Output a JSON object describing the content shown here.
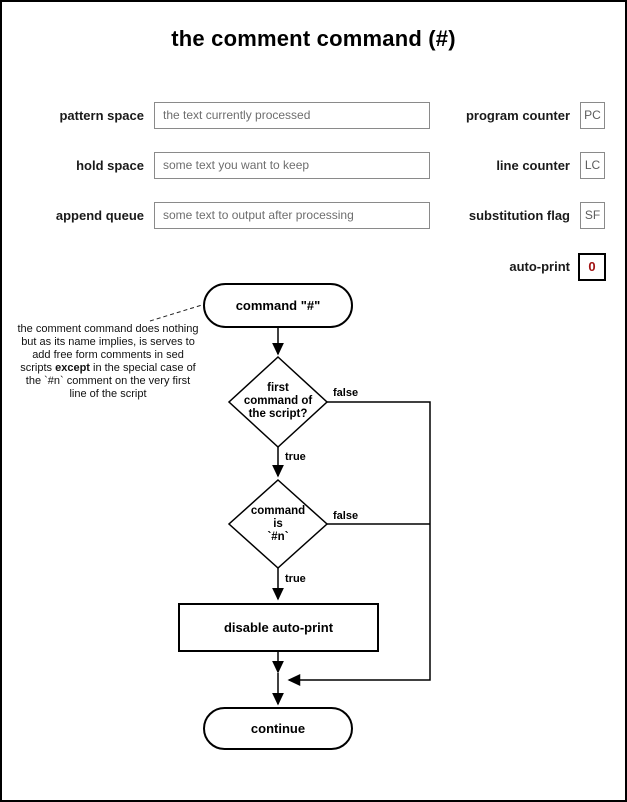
{
  "title": "the comment command (#)",
  "colors": {
    "autoprint_value": "#a11212",
    "box_border": "#8a8a8a",
    "box_text": "#6e6e6e"
  },
  "state": {
    "rows": [
      {
        "label": "pattern space",
        "value": "the text currently processed"
      },
      {
        "label": "hold space",
        "value": "some text you want to keep"
      },
      {
        "label": "append queue",
        "value": "some text to output after processing"
      }
    ],
    "counters": [
      {
        "label": "program counter",
        "value": "PC"
      },
      {
        "label": "line counter",
        "value": "LC"
      },
      {
        "label": "substitution flag",
        "value": "SF"
      }
    ],
    "autoprint": {
      "label": "auto-print",
      "value": "0"
    }
  },
  "flowchart": {
    "start": "command \"#\"",
    "annotation": {
      "part1": "the comment command does nothing but as its name implies, is serves to add free form comments in sed scripts ",
      "bold": "except",
      "part2": " in the special case of the `#n` comment on the very first line of the script"
    },
    "decision1": {
      "lines": [
        "first",
        "command of",
        "the script?"
      ]
    },
    "decision2": {
      "lines": [
        "command",
        "is",
        "`#n`"
      ]
    },
    "action": "disable auto-print",
    "end": "continue",
    "labels": {
      "true": "true",
      "false": "false"
    }
  }
}
